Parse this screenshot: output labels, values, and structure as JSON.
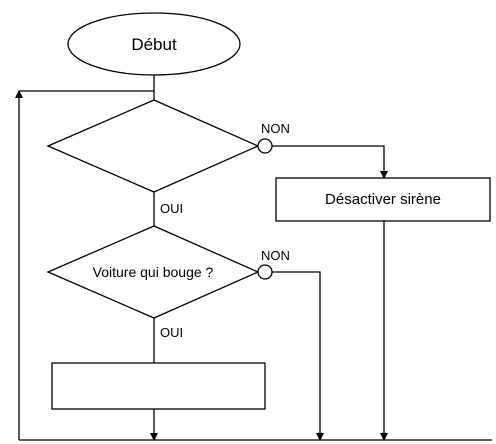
{
  "diagram": {
    "start_label": "Début",
    "decision1_label": "",
    "decision2_label": "Voiture qui bouge ?",
    "action_right_label": "Désactiver sirène",
    "action_bottom_label": "",
    "yes_label_1": "OUI",
    "yes_label_2": "OUI",
    "no_label_1": "NON",
    "no_label_2": "NON"
  }
}
